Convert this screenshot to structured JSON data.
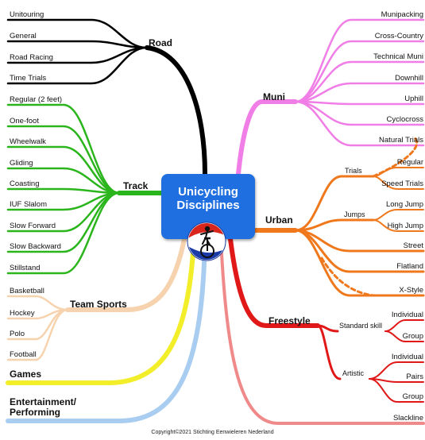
{
  "title_lines": [
    "Unicycling",
    "Disciplines"
  ],
  "copyright": "Copyright©2021 Stichting Eenwieleren Nederland",
  "colors": {
    "center": "#1f6fe0",
    "road": "#000000",
    "track": "#2bb51c",
    "team_sports": "#f6d3ae",
    "games": "#f3ee2a",
    "entertainment": "#a9cdf0",
    "muni": "#f07ee6",
    "urban": "#f0781c",
    "freestyle": "#e01818",
    "slackline": "#f08a8a"
  },
  "categories": {
    "road": {
      "label": "Road",
      "items": [
        "Unitouring",
        "General",
        "Road Racing",
        "Time Trials"
      ]
    },
    "track": {
      "label": "Track",
      "items": [
        "Regular (2 feet)",
        "One-foot",
        "Wheelwalk",
        "Gliding",
        "Coasting",
        "IUF Slalom",
        "Slow Forward",
        "Slow Backward",
        "Stillstand"
      ]
    },
    "team_sports": {
      "label": "Team Sports",
      "items": [
        "Basketball",
        "Hockey",
        "Polo",
        "Football"
      ]
    },
    "games": {
      "label": "Games"
    },
    "entertainment": {
      "label": "Entertainment/\nPerforming"
    },
    "muni": {
      "label": "Muni",
      "items": [
        "Munipacking",
        "Cross-Country",
        "Technical Muni",
        "Downhill",
        "Uphill",
        "Cyclocross",
        "Natural Trials"
      ]
    },
    "urban": {
      "label": "Urban",
      "groups": [
        {
          "label": "Trials",
          "items": [
            "Regular",
            "Speed Trials"
          ]
        },
        {
          "label": "Jumps",
          "items": [
            "Long Jump",
            "High Jump"
          ]
        }
      ],
      "items": [
        "Street",
        "Flatland",
        "X-Style"
      ]
    },
    "freestyle": {
      "label": "Freestyle",
      "groups": [
        {
          "label": "Standard skill",
          "items": [
            "Individual",
            "Group"
          ]
        },
        {
          "label": "Artistic",
          "items": [
            "Individual",
            "Pairs",
            "Group"
          ]
        }
      ]
    },
    "slackline": {
      "label": "Slackline"
    }
  }
}
